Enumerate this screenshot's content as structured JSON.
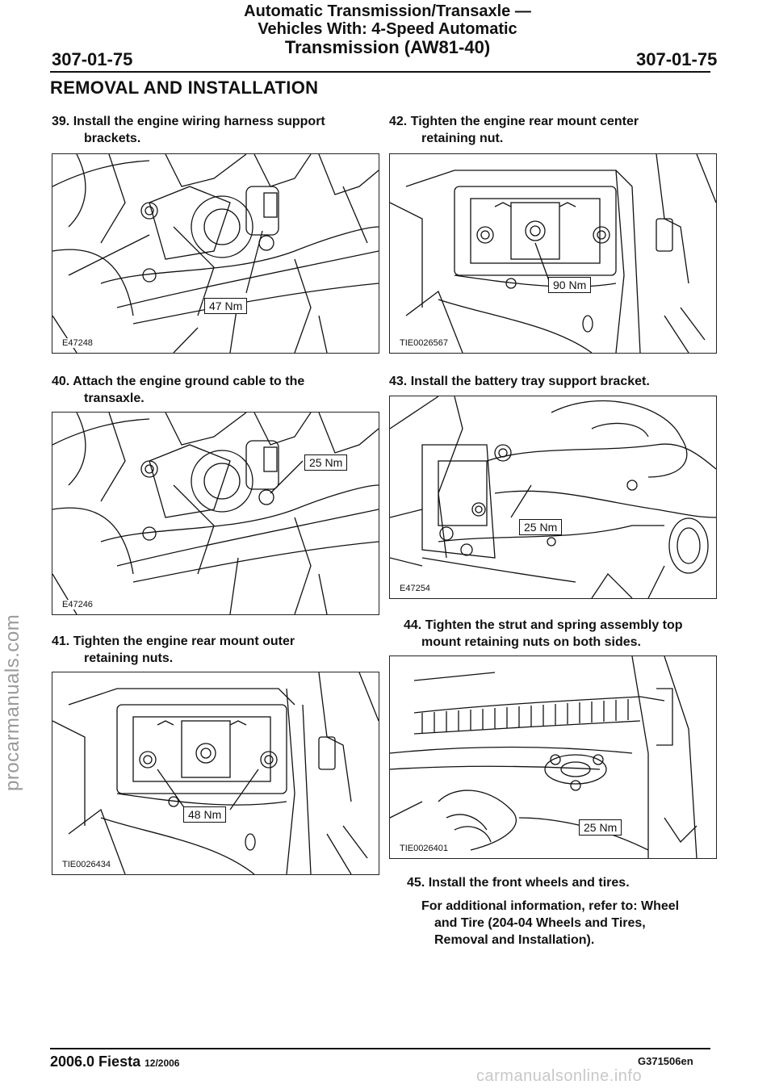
{
  "header": {
    "title_line1": "Automatic Transmission/Transaxle —",
    "title_line2": "Vehicles With: 4-Speed Automatic",
    "title_line3": "Transmission (AW81-40)",
    "page_code_left": "307-01-75",
    "page_code_right": "307-01-75"
  },
  "section_title": "REMOVAL AND INSTALLATION",
  "steps": [
    {
      "num": "39.",
      "line1": "Install the engine wiring harness support",
      "line2": "brackets."
    },
    {
      "num": "40.",
      "line1": "Attach the engine ground cable to the",
      "line2": "transaxle."
    },
    {
      "num": "41.",
      "line1": "Tighten the engine rear mount outer",
      "line2": "retaining nuts."
    },
    {
      "num": "42.",
      "line1": "Tighten the engine rear mount center",
      "line2": "retaining nut."
    },
    {
      "num": "43.",
      "line1": "Install the battery tray support bracket.",
      "line2": ""
    },
    {
      "num": "44.",
      "line1": "Tighten the strut and spring assembly top",
      "line2": "mount retaining nuts on both sides."
    },
    {
      "num": "45.",
      "line1": "Install the front wheels and tires.",
      "line2": ""
    }
  ],
  "reference": {
    "line1": "For additional information, refer to: Wheel",
    "line2": "and Tire (204-04 Wheels and Tires,",
    "line3": "Removal and Installation)."
  },
  "figures": [
    {
      "code": "E47248",
      "torque": "47 Nm"
    },
    {
      "code": "E47246",
      "torque": "25 Nm"
    },
    {
      "code": "TIE0026434",
      "torque": "48 Nm"
    },
    {
      "code": "TIE0026567",
      "torque": "90 Nm"
    },
    {
      "code": "E47254",
      "torque": "25 Nm"
    },
    {
      "code": "TIE0026401",
      "torque": "25 Nm"
    }
  ],
  "footer": {
    "model": "2006.0 Fiesta",
    "date": "12/2006",
    "doc_code": "G371506en"
  },
  "watermarks": {
    "side": "procarmanuals.com",
    "bottom": "carmanualsonline.info"
  }
}
